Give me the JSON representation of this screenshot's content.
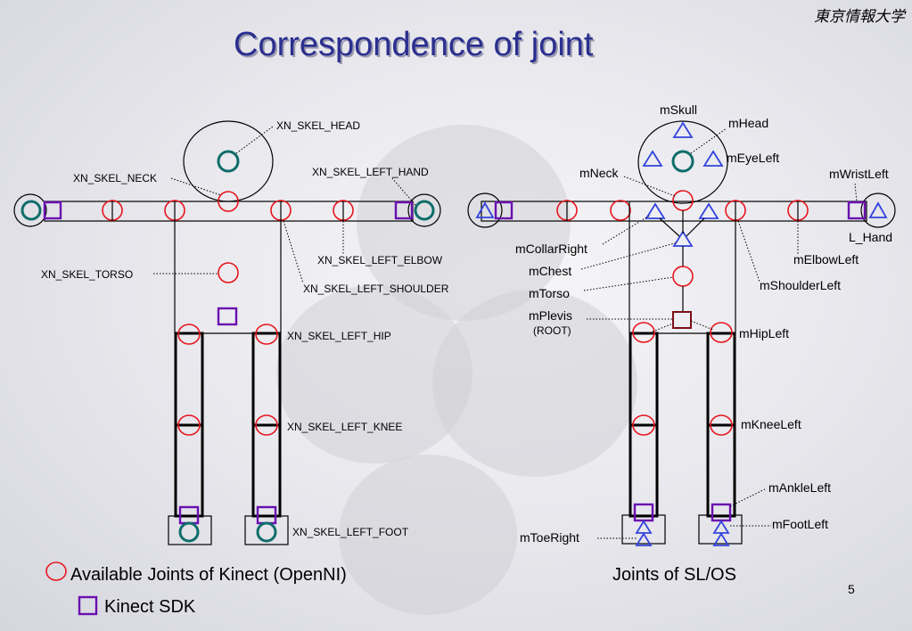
{
  "slide": {
    "title": "Correspondence of joint",
    "university": "東京情報大学",
    "page_number": "5"
  },
  "kinect_labels": {
    "head": "XN_SKEL_HEAD",
    "neck": "XN_SKEL_NECK",
    "left_hand": "XN_SKEL_LEFT_HAND",
    "torso": "XN_SKEL_TORSO",
    "left_elbow": "XN_SKEL_LEFT_ELBOW",
    "left_shoulder": "XN_SKEL_LEFT_SHOULDER",
    "left_hip": "XN_SKEL_LEFT_HIP",
    "left_knee": "XN_SKEL_LEFT_KNEE",
    "left_foot": "XN_SKEL_LEFT_FOOT"
  },
  "sl_labels": {
    "skull": "mSkull",
    "head": "mHead",
    "eye_left": "mEyeLeft",
    "neck": "mNeck",
    "wrist_left": "mWristLeft",
    "l_hand": "L_Hand",
    "collar_right": "mCollarRight",
    "chest": "mChest",
    "torso": "mTorso",
    "pelvis": "mPlevis",
    "root": "(ROOT)",
    "elbow_left": "mElbowLeft",
    "shoulder_left": "mShoulderLeft",
    "hip_left": "mHipLeft",
    "knee_left": "mKneeLeft",
    "ankle_left": "mAnkleLeft",
    "foot_left": "mFootLeft",
    "toe_right": "mToeRight"
  },
  "legend": {
    "openni": "Available Joints of Kinect (OpenNI)",
    "sdk": "Kinect SDK",
    "sl": "Joints of SL/OS"
  },
  "colors": {
    "title": "#2b2f8f",
    "openni_joint": "#e8141c",
    "sdk_joint": "#6a0fb0",
    "head_joint": "#0f6d6a",
    "sl_joint": "#3344dd",
    "root_joint": "#7a0f14"
  }
}
